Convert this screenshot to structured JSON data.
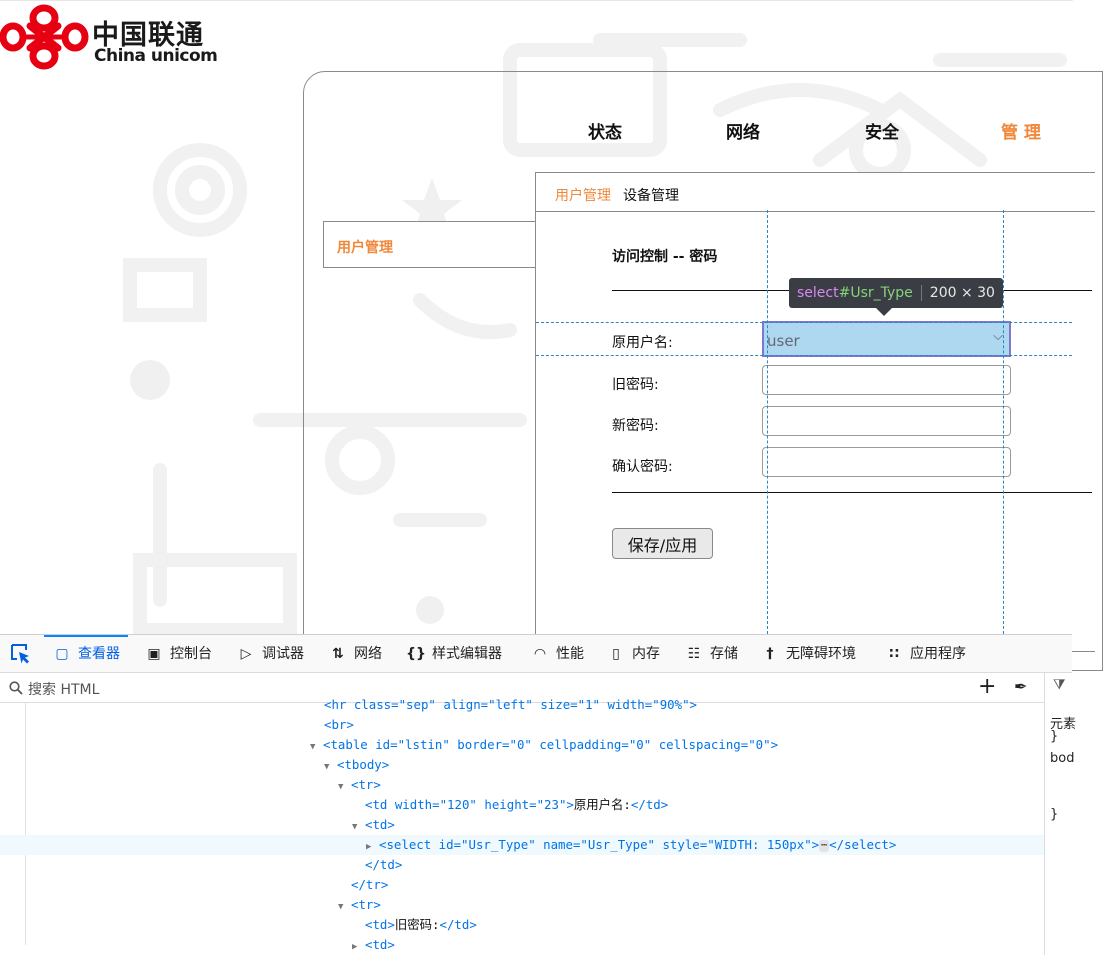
{
  "brand": {
    "name_cn": "中国联通",
    "name_en": "China unicom",
    "primary_color": "#e60012"
  },
  "nav": {
    "items": [
      {
        "label": "状态"
      },
      {
        "label": "网络"
      },
      {
        "label": "安全"
      },
      {
        "label": "管 理"
      }
    ],
    "active_color": "#f0883a"
  },
  "sidebar": {
    "active_item": "用户管理"
  },
  "subtabs": {
    "user_mgmt": "用户管理",
    "device_mgmt": "设备管理"
  },
  "form": {
    "section_title": "访问控制 -- 密码",
    "username_label": "原用户名:",
    "username_value": "user",
    "old_password_label": "旧密码:",
    "new_password_label": "新密码:",
    "confirm_password_label": "确认密码:",
    "save_button": "保存/应用"
  },
  "inspector_tooltip": {
    "tag": "select",
    "id": "#Usr_Type",
    "size": "200 × 30"
  },
  "devtools": {
    "tabs": [
      {
        "label": "查看器",
        "icon": "inspector-icon"
      },
      {
        "label": "控制台",
        "icon": "console-icon"
      },
      {
        "label": "调试器",
        "icon": "debugger-icon"
      },
      {
        "label": "网络",
        "icon": "network-icon"
      },
      {
        "label": "样式编辑器",
        "icon": "style-editor-icon"
      },
      {
        "label": "性能",
        "icon": "performance-icon"
      },
      {
        "label": "内存",
        "icon": "memory-icon"
      },
      {
        "label": "存储",
        "icon": "storage-icon"
      },
      {
        "label": "无障碍环境",
        "icon": "accessibility-icon"
      },
      {
        "label": "应用程序",
        "icon": "application-icon"
      }
    ],
    "search_placeholder": "搜索 HTML",
    "side_panel": [
      "元素",
      "}",
      "bod",
      "}"
    ],
    "tree": {
      "r0": "<hr class=\"sep\" align=\"left\" size=\"1\" width=\"90%\">",
      "r1": "<br>",
      "r2": "<table id=\"lstin\" border=\"0\" cellpadding=\"0\" cellspacing=\"0\">",
      "r3": "<tbody>",
      "r4": "<tr>",
      "r5_open": "<td width=\"120\" height=\"23\">",
      "r5_text": "原用户名:",
      "r5_close": "</td>",
      "r6": "<td>",
      "r7_open": "<select id=\"Usr_Type\" name=\"Usr_Type\" style=\"WIDTH: 150px\">",
      "r7_close": "</select>",
      "r8": "</td>",
      "r9": "</tr>",
      "r10": "<tr>",
      "r11_text": "旧密码:",
      "r12": "<td>"
    }
  }
}
